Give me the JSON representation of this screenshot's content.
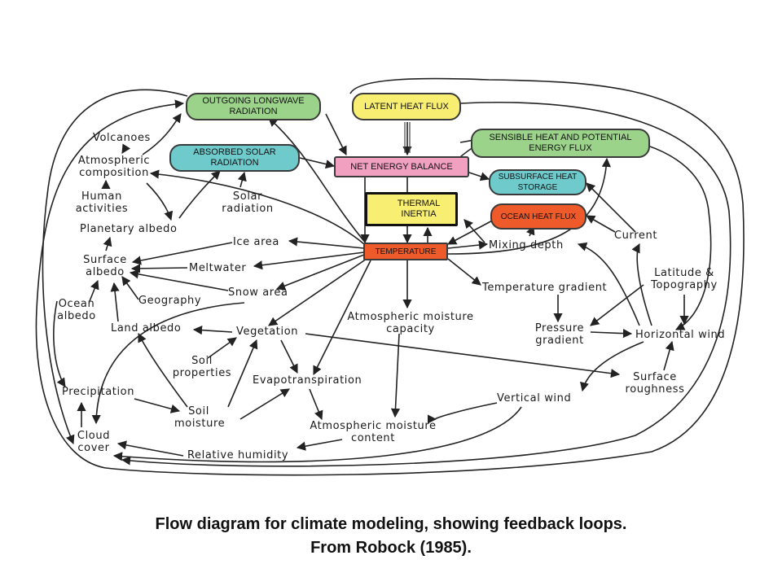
{
  "boxes": {
    "outgoing_longwave": {
      "label": "OUTGOING LONGWAVE RADIATION",
      "color": "#9cd38a"
    },
    "latent_heat_flux": {
      "label": "LATENT HEAT FLUX",
      "color": "#f7ee72"
    },
    "sensible_heat": {
      "label": "SENSIBLE HEAT AND POTENTIAL ENERGY FLUX",
      "color": "#9cd38a"
    },
    "absorbed_solar": {
      "label": "ABSORBED SOLAR RADIATION",
      "color": "#6ecacb"
    },
    "net_energy_balance": {
      "label": "NET ENERGY BALANCE",
      "color": "#f2a0c0"
    },
    "subsurface_heat_storage": {
      "label": "SUBSURFACE HEAT STORAGE",
      "color": "#6ecacb"
    },
    "thermal_inertia": {
      "label": "THERMAL INERTIA",
      "color": "#f7ee72"
    },
    "ocean_heat_flux": {
      "label": "OCEAN HEAT FLUX",
      "color": "#ef5a2a"
    },
    "temperature": {
      "label": "TEMPERATURE",
      "color": "#ef5a2a"
    }
  },
  "labels": {
    "volcanoes": "Volcanoes",
    "atmospheric_composition": "Atmospheric composition",
    "human_activities": "Human activities",
    "solar_radiation": "Solar radiation",
    "planetary_albedo": "Planetary albedo",
    "ice_area": "Ice area",
    "surface_albedo": "Surface albedo",
    "meltwater": "Meltwater",
    "snow_area": "Snow area",
    "ocean_albedo": "Ocean albedo",
    "geography": "Geography",
    "land_albedo": "Land albedo",
    "vegetation": "Vegetation",
    "soil_properties": "Soil properties",
    "precipitation": "Precipitation",
    "soil_moisture": "Soil moisture",
    "evapotranspiration": "Evapotranspiration",
    "cloud_cover": "Cloud cover",
    "relative_humidity": "Relative humidity",
    "atmospheric_moisture_content": "Atmospheric moisture content",
    "atmospheric_moisture_capacity": "Atmospheric moisture capacity",
    "temperature_gradient": "Temperature gradient",
    "mixing_depth": "Mixing depth",
    "current": "Current",
    "latitude_topography": "Latitude & Topography",
    "pressure_gradient": "Pressure gradient",
    "horizontal_wind": "Horizontal wind",
    "surface_roughness": "Surface roughness",
    "vertical_wind": "Vertical wind"
  },
  "caption": {
    "line1": "Flow diagram for climate modeling, showing feedback loops.",
    "line2": "From Robock (1985)."
  }
}
